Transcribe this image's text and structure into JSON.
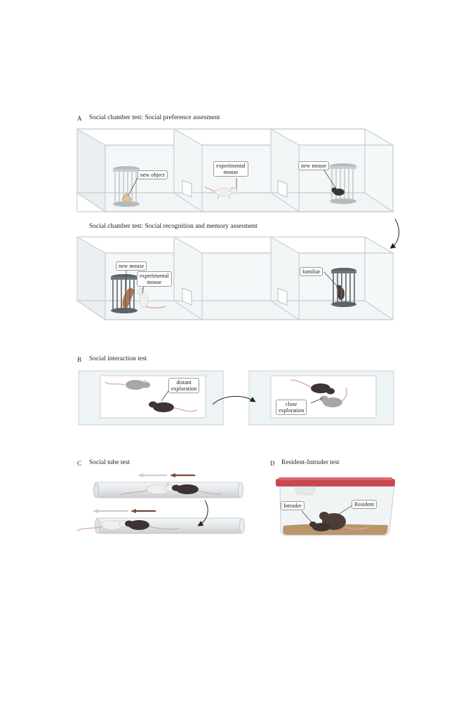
{
  "panels": {
    "a": {
      "letter": "A",
      "title": "Social chamber test: Social preference assesment",
      "subtitle": "Social chamber test: Social recognition and memory assesment",
      "labels": {
        "new_object": "new object",
        "experimental_mouse_1": "experimental\nmouse",
        "new_mouse_1": "new mouse",
        "new_mouse_2": "new mouse",
        "experimental_mouse_2": "experimental\nmouse",
        "familiar": "familiar"
      }
    },
    "b": {
      "letter": "B",
      "title": "Social interaction test",
      "labels": {
        "distant": "distant\nexploration",
        "close": "close\nexploration"
      }
    },
    "c": {
      "letter": "C",
      "title": "Social tube test"
    },
    "d": {
      "letter": "D",
      "title": "Resident-Intruder test",
      "labels": {
        "intruder": "Intruder",
        "resident": "Resident"
      }
    }
  },
  "colors": {
    "box_line": "#c9cfd3",
    "box_fill": "#eef3f4",
    "cage_light": "#b7babd",
    "cage_dark": "#5c646b",
    "mouse_white": "#f1eeee",
    "mouse_grey": "#a9a6a6",
    "mouse_dark": "#3d3433",
    "mouse_brown": "#4d3c35",
    "tail": "#d9a7a3",
    "lid_red": "#c9474e",
    "bedding": "#b9956b"
  }
}
